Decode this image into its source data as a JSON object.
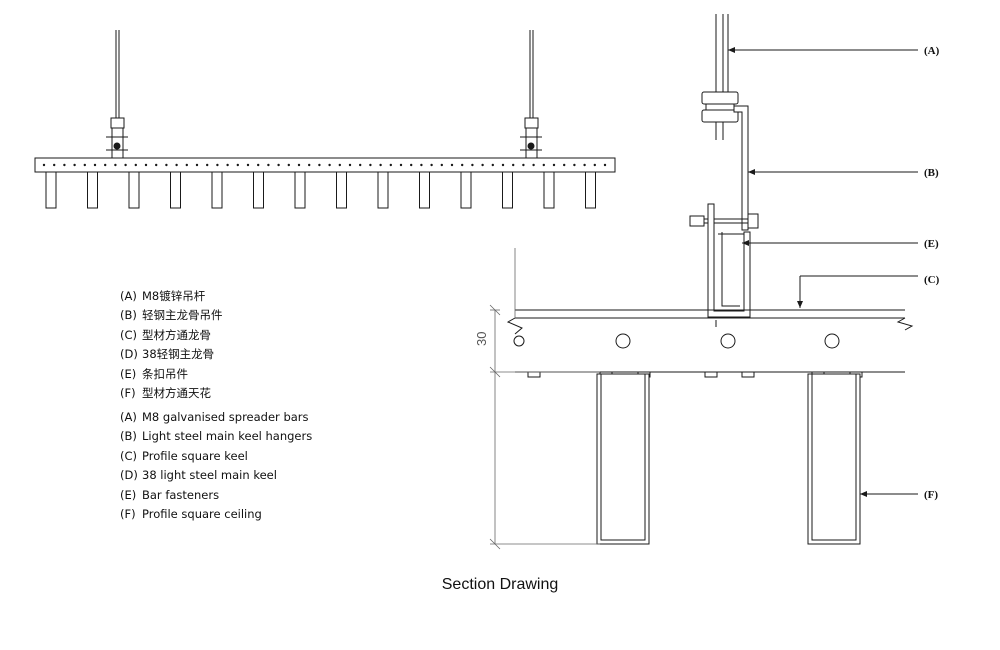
{
  "legend_zh": [
    {
      "key": "(A)",
      "text": "M8镀锌吊杆"
    },
    {
      "key": "(B)",
      "text": "轻钢主龙骨吊件"
    },
    {
      "key": "(C)",
      "text": "型材方通龙骨"
    },
    {
      "key": "(D)",
      "text": "38轻钢主龙骨"
    },
    {
      "key": "(E)",
      "text": "条扣吊件"
    },
    {
      "key": "(F)",
      "text": "型材方通天花"
    }
  ],
  "legend_en": [
    {
      "key": "(A)",
      "text": "M8 galvanised spreader bars"
    },
    {
      "key": "(B)",
      "text": "Light steel main keel hangers"
    },
    {
      "key": "(C)",
      "text": "Profile square keel"
    },
    {
      "key": "(D)",
      "text": "38 light steel main keel"
    },
    {
      "key": "(E)",
      "text": "Bar fasteners"
    },
    {
      "key": "(F)",
      "text": "Profile square ceiling"
    }
  ],
  "callouts": {
    "a": "(A)",
    "b": "(B)",
    "e": "(E)",
    "c": "(C)",
    "f": "(F)"
  },
  "dimension_label": "30",
  "caption": "Section Drawing",
  "colors": {
    "line": "#1a1a1a",
    "fill_light": "#f2f2f2"
  }
}
